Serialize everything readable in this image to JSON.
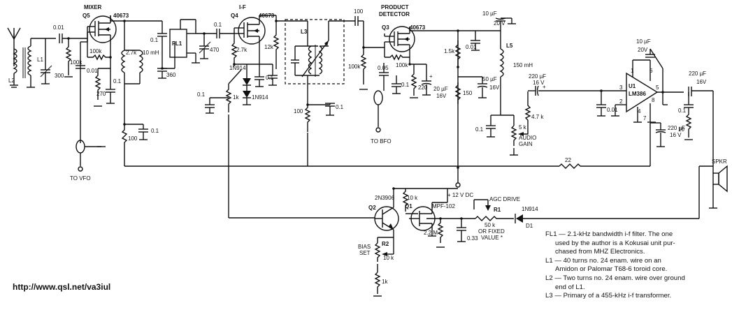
{
  "transistors": {
    "q5": {
      "ref": "Q5",
      "type": "40673",
      "role": "MIXER"
    },
    "q4": {
      "ref": "Q4",
      "type": "40673",
      "role": "I-F"
    },
    "q3": {
      "ref": "Q3",
      "type": "40673",
      "role_line1": "PRODUCT",
      "role_line2": "DETECTOR"
    },
    "q2": {
      "ref": "Q2",
      "type": "2N3906"
    },
    "q1": {
      "ref": "Q1",
      "type": "MPF-102"
    }
  },
  "ic": {
    "ref": "U1",
    "type": "LM386",
    "pins": [
      "3",
      "2",
      "4",
      "5",
      "6",
      "1",
      "8",
      "7"
    ]
  },
  "parts": {
    "c001_in": "0.01",
    "l1": "L1",
    "l2": "L2",
    "r100k_a": "100k",
    "r100k_b": "100k",
    "c300": "300",
    "c001_b": "0.01",
    "r270": "270",
    "c01_a": "0.1",
    "r27k_a": "2.7k",
    "l10mh": "10 mH",
    "c01_b": "0.1",
    "c360": "360",
    "fl1": "FL1",
    "c01_c": "0.1",
    "c470": "470",
    "r27k_b": "2.7k",
    "r12k": "12k",
    "d_1n914_a": "1N914",
    "c01_d": "0.1",
    "d_1n914_b": "1N914",
    "r1k_a": "1k",
    "c01_e": "0.1",
    "r100_a": "100",
    "c01_f": "0.1",
    "r100_b": "100",
    "l3": "L3",
    "r100_c": "100",
    "c01_g": "0.1",
    "c100": "100",
    "r100k_c": "100k",
    "r100k_d": "100k",
    "c005": "0.05",
    "c01_h": "0.1",
    "r220": "220",
    "c20uf_a": "20 µF",
    "v16_a": "16V",
    "r15k": "1.5k",
    "r150": "150",
    "c001_c": "0.01",
    "c10uf_a": "10 µF",
    "v20_a": "20 V",
    "l5": "L5",
    "l150mh": "150 mH",
    "c50uf": "50 µF",
    "v16_b": "16V",
    "c220uf_a": "220 µF",
    "v16_c": "16 V",
    "r47k": "4.7 k",
    "c01_i": "0.1",
    "r5k": "5 k",
    "audio_gain_1": "AUDIO",
    "audio_gain_2": "GAIN",
    "c001_d": "0.01",
    "c10uf_b": "10 µF",
    "v20_b": "20V",
    "c220uf_b": "220 µF",
    "v16_d": "16 V",
    "c01_j": "0.1",
    "r10": "10",
    "c220uf_c": "220 µF",
    "v16_e": "16V",
    "r22": "22",
    "spkr": "SPKR",
    "r10k_a": "10 k",
    "agc_drive": "AGC DRIVE",
    "r1_ref": "R1",
    "r50k": "50 k",
    "or_fixed_1": "OR FIXED",
    "or_fixed_2": "VALUE *",
    "d1_type": "1N914",
    "d1_ref": "D1",
    "r22m": "2.2 M",
    "c033": "0.33",
    "bias_set_1": "BIAS",
    "bias_set_2": "SET",
    "r2_ref": "R2",
    "r10k_b": "10 k",
    "r1k_b": "1k"
  },
  "terminals": {
    "vfo": "TO VFO",
    "bfo": "TO BFO",
    "supply": "+ 12 V DC"
  },
  "notes": {
    "fl1_line1": "FL1 — 2.1-kHz bandwidth i-f filter. The one",
    "fl1_line2": "used by the author is a Kokusai unit pur-",
    "fl1_line3": "chased from MHZ Electronics.",
    "l1_line1": "L1 — 40 turns no. 24 enam. wire on an",
    "l1_line2": "Amidon or Palomar T68-6 toroid core.",
    "l2_line1": "L2 — Two turns no. 24 enam. wire over ground",
    "l2_line2": "end of L1.",
    "l3_line1": "L3 — Primary of a 455-kHz i-f transformer."
  },
  "website": "http://www.qsl.net/va3iul"
}
